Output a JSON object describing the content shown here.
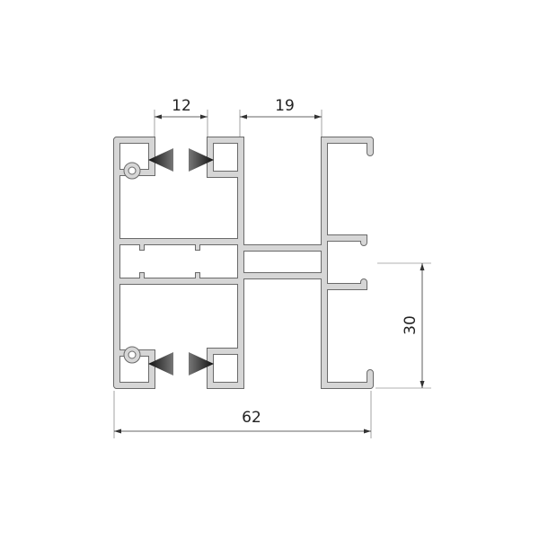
{
  "dimensions": {
    "top_left": "12",
    "top_right": "19",
    "overall_width": "62",
    "right_height": "30"
  },
  "colors": {
    "profile_fill": "#d6d6d6",
    "profile_outline": "#6a6a6a",
    "dimension_line": "#333333"
  }
}
